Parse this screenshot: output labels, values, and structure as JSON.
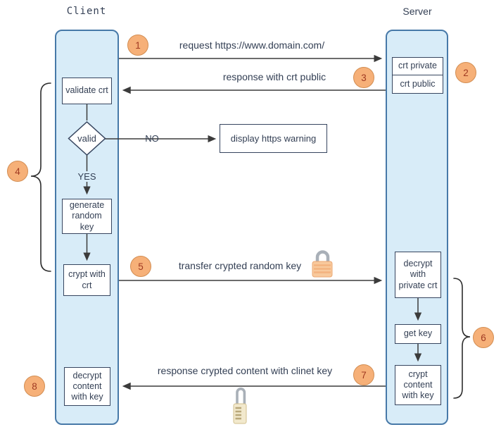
{
  "colors": {
    "columnFill": "#d8ecf8",
    "columnBorder": "#4779a8",
    "boxBorder": "#36455f",
    "text": "#333f54",
    "arrow": "#3b3b3b",
    "badgeFill": "#f6b078",
    "badgeBorder": "#d28d52",
    "badgeText": "#a03a22"
  },
  "client": {
    "title": "Client",
    "boxes": {
      "validate": "validate crt",
      "generate": "generate random key",
      "crypt": "crypt with crt",
      "decrypt": "decrypt content with key"
    },
    "decision": {
      "label": "valid",
      "yes": "YES",
      "no": "NO"
    },
    "warning": "display https warning"
  },
  "server": {
    "title": "Server",
    "boxes": {
      "crt_private": "crt private",
      "crt_public": "crt public",
      "decrypt": "decrypt with private crt",
      "get_key": "get key",
      "crypt": "crypt content with key"
    }
  },
  "messages": {
    "request": "request https://www.domain.com/",
    "response_public": "response with crt public",
    "transfer_key": "transfer crypted random key",
    "response_content": "response crypted content with clinet key"
  },
  "badges": [
    "1",
    "2",
    "3",
    "4",
    "5",
    "6",
    "7",
    "8"
  ],
  "icons": {
    "closed_lock": "closed-padlock-icon",
    "open_lock": "combination-padlock-icon"
  }
}
